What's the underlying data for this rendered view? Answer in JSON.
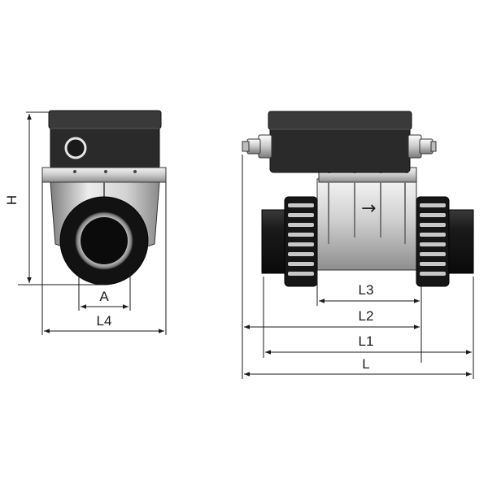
{
  "labels": {
    "H": "H",
    "A": "A",
    "L4": "L4",
    "L3": "L3",
    "L2": "L2",
    "L1": "L1",
    "L": "L"
  },
  "flow_symbol": "→"
}
